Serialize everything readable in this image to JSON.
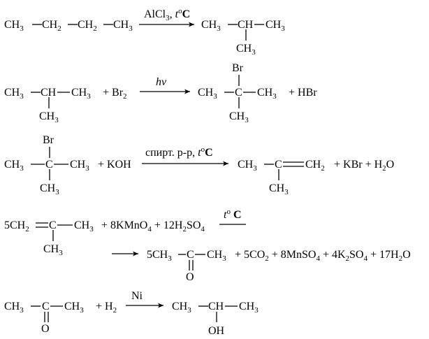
{
  "reactions": [
    {
      "reactant_main": [
        "CH",
        "3",
        "—CH",
        "2",
        "—CH",
        "2",
        "—CH",
        "3"
      ],
      "condition": [
        "AlCl",
        "3",
        ", ",
        "t",
        "o",
        "C"
      ],
      "product_main": [
        "CH",
        "3",
        "—CH—CH",
        "3"
      ],
      "product_sub": [
        "CH",
        "3"
      ]
    },
    {
      "reactant_main": [
        "CH",
        "3",
        "—CH—CH",
        "3"
      ],
      "reactant_sub": [
        "CH",
        "3"
      ],
      "reagent": [
        "+ Br",
        "2"
      ],
      "condition": "hv",
      "product_top": "Br",
      "product_main": [
        "CH",
        "3",
        "—C—CH",
        "3"
      ],
      "product_sub": [
        "CH",
        "3"
      ],
      "side_product": "+ HBr"
    },
    {
      "reactant_top": "Br",
      "reactant_main": [
        "CH",
        "3",
        "—C—CH",
        "3"
      ],
      "reactant_sub": [
        "CH",
        "3"
      ],
      "reagent": "+ KOH",
      "condition": [
        "спирт. р-р, ",
        "t",
        "o",
        "C"
      ],
      "product_main": [
        "CH",
        "3",
        "—C",
        "═CH",
        "2"
      ],
      "product_sub": [
        "CH",
        "3"
      ],
      "side_products": [
        "+ KBr + H",
        "2",
        "O"
      ]
    },
    {
      "reactant_main": [
        "5CH",
        "2",
        "═C—CH",
        "3"
      ],
      "reactant_sub": [
        "CH",
        "3"
      ],
      "reagents": [
        "+ 8KMnO",
        "4",
        " + 12H",
        "2",
        "SO",
        "4"
      ],
      "condition": [
        "t",
        "o",
        " C"
      ],
      "product_main": [
        "5CH",
        "3",
        "—C—CH",
        "3"
      ],
      "product_sub": "O",
      "side_products": [
        "+ 5CO",
        "2",
        " + 8MnSO",
        "4",
        " + 4K",
        "2",
        "SO",
        "4",
        " + 17H",
        "2",
        "O"
      ]
    },
    {
      "reactant_main": [
        "CH",
        "3",
        "—C—CH",
        "3"
      ],
      "reactant_sub": "O",
      "reagent": [
        "+ H",
        "2"
      ],
      "condition": "Ni",
      "product_main": [
        "CH",
        "3",
        "—CH—CH",
        "3"
      ],
      "product_sub": "OH"
    }
  ]
}
